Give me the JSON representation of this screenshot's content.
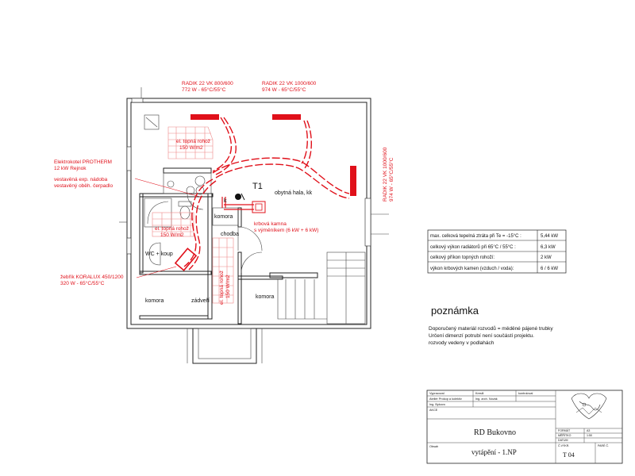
{
  "radiators": {
    "r1": {
      "name": "RADIK 22 VK 800/600",
      "spec": "772 W -  65°C/55°C"
    },
    "r2": {
      "name": "RADIK 22 VK 1000/600",
      "spec": "974 W -  65°C/55°C"
    },
    "r3": {
      "name": "RADIK 22 VK 1000/600",
      "spec": "974 W -  65°C/55°C"
    }
  },
  "boiler": {
    "line1": "Elektrokotel PROTHERM",
    "line2": "12 kW Rejnok",
    "line3": "vestavěná exp. nádoba",
    "line4": "vestavěný oběh. čerpadlo"
  },
  "mats": {
    "kitchen": {
      "line1": "el. topná rohož",
      "line2": "150 W/m2"
    },
    "bath": {
      "line1": "el. topná rohož",
      "line2": "150 W/m2"
    },
    "hall": {
      "line1": "el. topná rohož",
      "line2": "150 W/m2"
    }
  },
  "ladder": {
    "line1": "žebřík KORALUX 450/1200",
    "line2": "320 W -  65°C/55°C"
  },
  "fireplace": {
    "tag": "T1",
    "line1": "krbová kamna",
    "line2": "s výměníkem (6 kW + 6 kW)",
    "k": "k"
  },
  "rooms": {
    "living": "obytná hala, kk",
    "komora1": "komora",
    "chodba": "chodba",
    "wc": "WC + koup",
    "komora2": "komora",
    "zadveri": "zádveří",
    "komora3": "komora"
  },
  "table": [
    {
      "label": "max. celková tepelná ztráta při Te = -15°C :",
      "value": "5,44  kW"
    },
    {
      "label": "celkový výkon radiátorů při 65°C / 55°C :",
      "value": "6,3 kW"
    },
    {
      "label": "celkový příkon topných rohoží:",
      "value": "2 kW"
    },
    {
      "label": "výkon krbových kamen (vzduch / voda):",
      "value": "6 / 6 kW"
    }
  ],
  "note": {
    "title": "poznámka",
    "line1": "Doporučený materiál rozvodů = měděné pájené trubky",
    "line2": "Určení dimenzí potrubí není součástí projektu.",
    "line3": "rozvody vedeny v podlahách"
  },
  "titleblock": {
    "r1a": "Vypracoval",
    "r1b": "Kreslil",
    "r1c": "kontroloval",
    "r2a": "Ateliér Prokop a kolektiv",
    "r2b": "Ing. arch. Novák",
    "r3a": "Ing. Bykovo",
    "r4a": "AKCE",
    "project": "RD Bukovno",
    "r6a": "Obsah",
    "drawing": "vytápění - 1.NP",
    "f1": "FORMÁT",
    "f1v": "A3",
    "f2": "MĚŘÍTKO",
    "f2v": "1:50",
    "f3": "DATUM",
    "f4": "Č.VÝKR.",
    "f4b": "PARÉ Č.",
    "sheet": "T 04"
  }
}
